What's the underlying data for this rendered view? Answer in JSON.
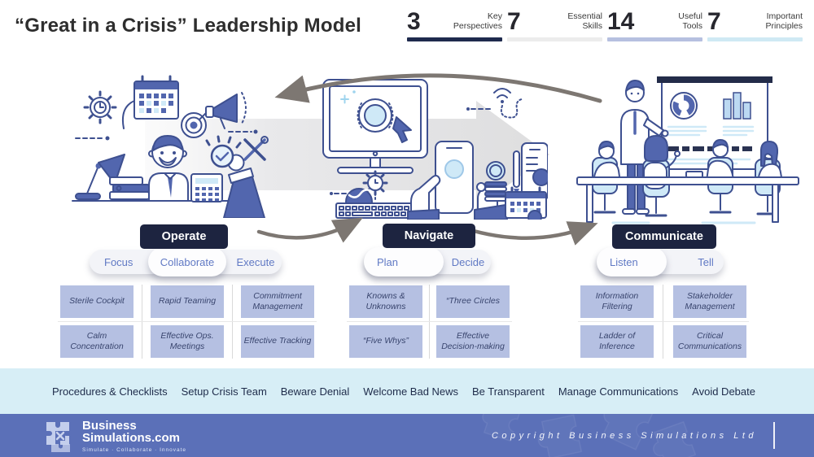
{
  "title": "“Great in a Crisis” Leadership Model",
  "stats": [
    {
      "number": "3",
      "line1": "Key",
      "line2": "Perspectives",
      "bar_color": "#1e2a4d"
    },
    {
      "number": "7",
      "line1": "Essential",
      "line2": "Skills",
      "bar_color": "#ececec"
    },
    {
      "number": "14",
      "line1": "Useful",
      "line2": "Tools",
      "bar_color": "#b6c0e0"
    },
    {
      "number": "7",
      "line1": "Important",
      "line2": "Principles",
      "bar_color": "#cfe9f4"
    }
  ],
  "phases": [
    {
      "name": "Operate",
      "steps": [
        "Focus",
        "Collaborate",
        "Execute"
      ],
      "skills": [
        [
          "Sterile Cockpit",
          "Rapid Teaming",
          "Commitment Management"
        ],
        [
          "Calm Concentration",
          "Effective Ops. Meetings",
          "Effective Tracking"
        ]
      ]
    },
    {
      "name": "Navigate",
      "steps": [
        "Plan",
        "Decide"
      ],
      "skills": [
        [
          "Knowns & Unknowns",
          "“Three Circles"
        ],
        [
          "“Five Whys”",
          "Effective Decision-making"
        ]
      ]
    },
    {
      "name": "Communicate",
      "steps": [
        "Listen",
        "Tell"
      ],
      "skills": [
        [
          "Information Filtering",
          "Stakeholder Management"
        ],
        [
          "Ladder of Inference",
          "Critical Communications"
        ]
      ]
    }
  ],
  "principles": [
    "Procedures & Checklists",
    "Setup Crisis Team",
    "Beware Denial",
    "Welcome Bad News",
    "Be Transparent",
    "Manage Communications",
    "Avoid Debate"
  ],
  "footer": {
    "brand_line1": "Business",
    "brand_line2": "Simulations.com",
    "tagline": "Simulate · Collaborate · Innovate",
    "copyright": "Copyright Business Simulations Ltd"
  },
  "colors": {
    "phase_pill": "#1d2440",
    "skill_box": "#b5c0e2",
    "band_bg": "#d7eef6",
    "footer_bg": "#5b70b8",
    "illustration_blue": "#5266ae",
    "illustration_stroke": "#3e5090",
    "illustration_light": "#cfe9f7",
    "arrow_gray": "#7d7772"
  }
}
